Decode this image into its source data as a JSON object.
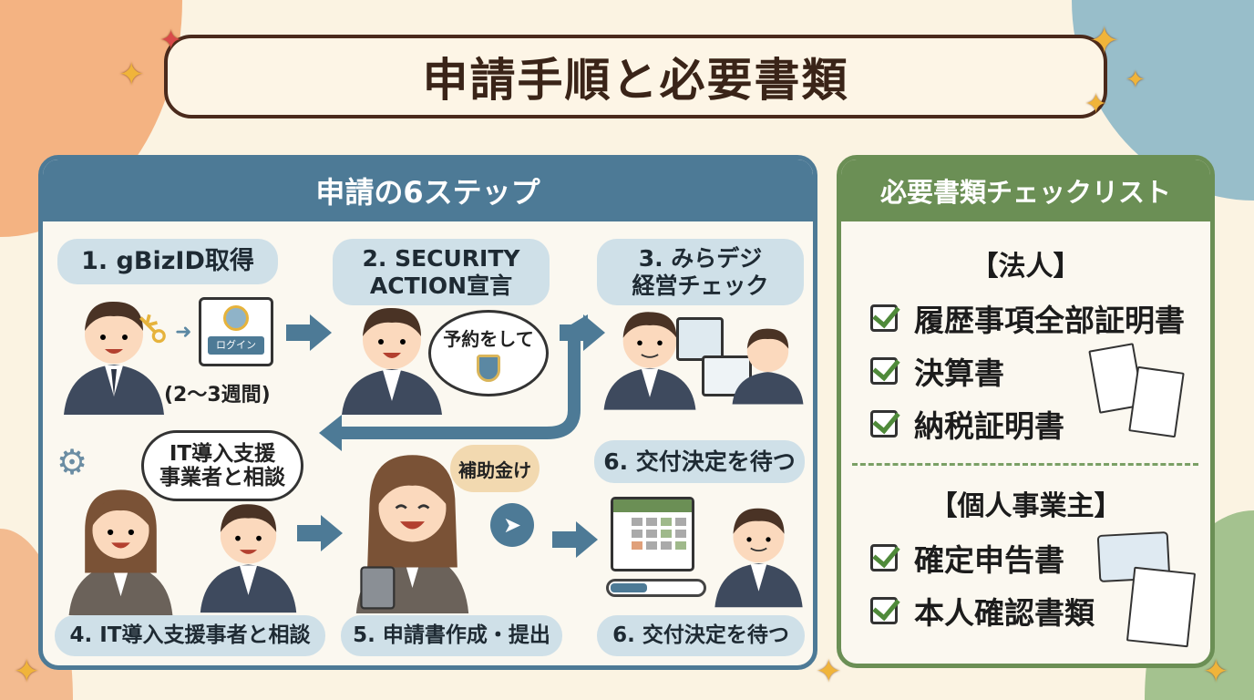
{
  "title": "申請手順と必要書類",
  "steps_panel": {
    "heading": "申請の6ステップ",
    "steps": [
      {
        "label": "1. gBizID取得",
        "note": "(2〜3週間)",
        "button": "ログイン"
      },
      {
        "label_line1": "2. SECURITY",
        "label_line2": "ACTION宣言",
        "bubble": "予約をして"
      },
      {
        "label_line1": "3. みらデジ",
        "label_line2": "経営チェック"
      },
      {
        "label": "4. IT導入支援事者と相談",
        "thought_line1": "IT導入支援",
        "thought_line2": "事業者と相談"
      },
      {
        "label": "5. 申請書作成・提出",
        "bubble": "補助金け"
      },
      {
        "label": "6. 交付決定を待つ",
        "top_label": "6. 交付決定を待つ"
      }
    ]
  },
  "checklist_panel": {
    "heading": "必要書類チェックリスト",
    "corporation": {
      "title": "【法人】",
      "items": [
        "履歴事項全部証明書",
        "決算書",
        "納税証明書"
      ]
    },
    "sole_proprietor": {
      "title": "【個人事業主】",
      "items": [
        "確定申告書",
        "本人確認書類"
      ]
    }
  },
  "colors": {
    "steps_accent": "#4d7a96",
    "checklist_accent": "#6b8f55",
    "title_text": "#3a2418",
    "background": "#fbf3e2"
  }
}
